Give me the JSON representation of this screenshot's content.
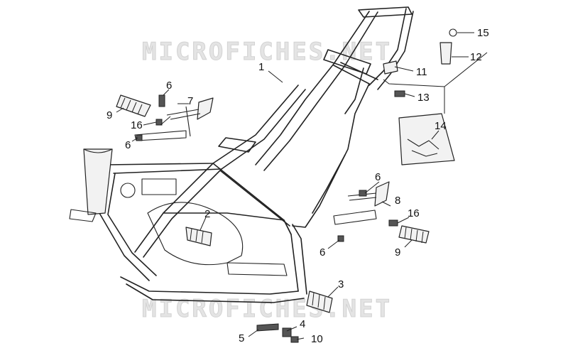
{
  "watermark": {
    "text": "MICROFICHES.NET"
  },
  "callouts": {
    "c1": "1",
    "c2": "2",
    "c3": "3",
    "c4": "4",
    "c5": "5",
    "c6a": "6",
    "c6b": "6",
    "c6c": "6",
    "c6d": "6",
    "c7": "7",
    "c8": "8",
    "c9a": "9",
    "c9b": "9",
    "c10": "10",
    "c11": "11",
    "c12": "12",
    "c13": "13",
    "c14": "14",
    "c15": "15",
    "c16a": "16",
    "c16b": "16"
  }
}
